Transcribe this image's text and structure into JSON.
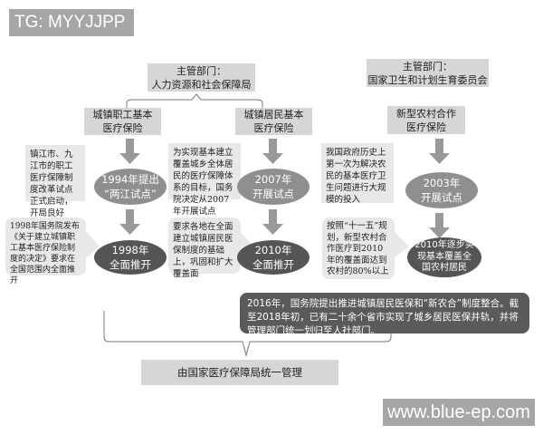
{
  "badge": "TG: MYYJJPP",
  "watermark": "www.blue-ep.com",
  "dept_left": {
    "line1": "主管部门：",
    "line2": "人力资源和社会保障局"
  },
  "dept_right": {
    "line1": "主管部门：",
    "line2": "国家卫生和计划生育委员会"
  },
  "programs": [
    {
      "line1": "城镇职工基本",
      "line2": "医疗保险"
    },
    {
      "line1": "城镇居民基本",
      "line2": "医疗保险"
    },
    {
      "line1": "新型农村合作",
      "line2": "医疗保险"
    }
  ],
  "milestones_1": [
    {
      "line1": "1994年提出",
      "line2": "“两江试点”"
    },
    {
      "line1": "2007年",
      "line2": "开展试点"
    },
    {
      "line1": "2003年",
      "line2": "开展试点"
    }
  ],
  "milestones_2": [
    {
      "line1": "1998年",
      "line2": "全面推开"
    },
    {
      "line1": "2010年",
      "line2": "全面推开"
    },
    {
      "line1": "2010年逐步实",
      "line2": "现基本覆盖全",
      "line3": "国农村居民"
    }
  ],
  "notes_1": [
    "镇江市、九江市的职工医疗保障制度改革试点正式启动，开局良好",
    "为实现基本建立覆盖城乡全体居民的医疗保障体系的目标，国务院决定从2007年开展试点",
    "我国政府历史上第一次为解决农民的基本医疗卫生问题进行大规模的投入"
  ],
  "notes_2": [
    "1998年国务院发布《关于建立城镇职工基本医疗保险制度的决定》要求在全国范围内全面推开",
    "要求各地在全面建立城镇居民医保制度的基础上，巩固和扩大覆盖面",
    "按照“十一五”规划，新型农村合作医疗到2010年的覆盖面达到农村的80%以上"
  ],
  "summary_2016": "2016年，国务院提出推进城镇居民医保和“新农合”制度整合。截至2018年初，已有二十余个省市实现了城乡居民医保并轨，并将管理部门统一划归至人社部门。",
  "final": "由国家医疗保障局统一管理"
}
